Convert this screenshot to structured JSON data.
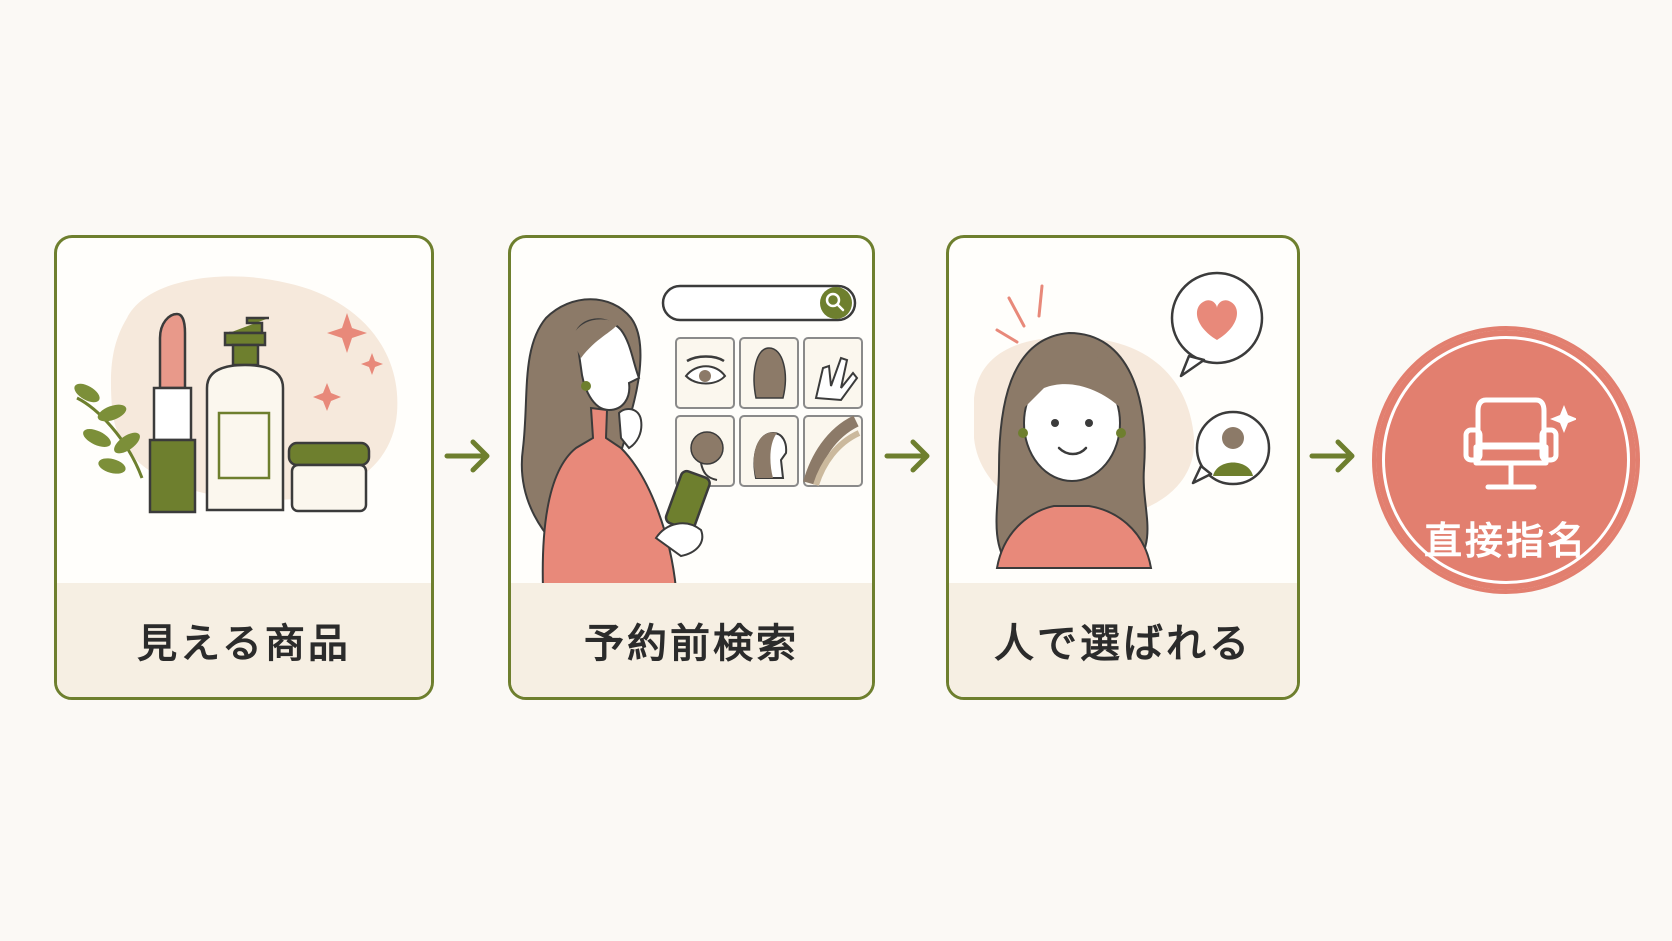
{
  "steps": [
    {
      "label": "見える商品",
      "icon": "cosmetics-icon"
    },
    {
      "label": "予約前検索",
      "icon": "search-styles-icon"
    },
    {
      "label": "人で選ばれる",
      "icon": "chosen-person-icon"
    }
  ],
  "goal": {
    "label": "直接指名",
    "icon": "salon-chair-icon"
  },
  "colors": {
    "border": "#6e7f2e",
    "accent": "#e27f6f",
    "label_band": "#f6efe3",
    "background": "#fbf9f5"
  }
}
